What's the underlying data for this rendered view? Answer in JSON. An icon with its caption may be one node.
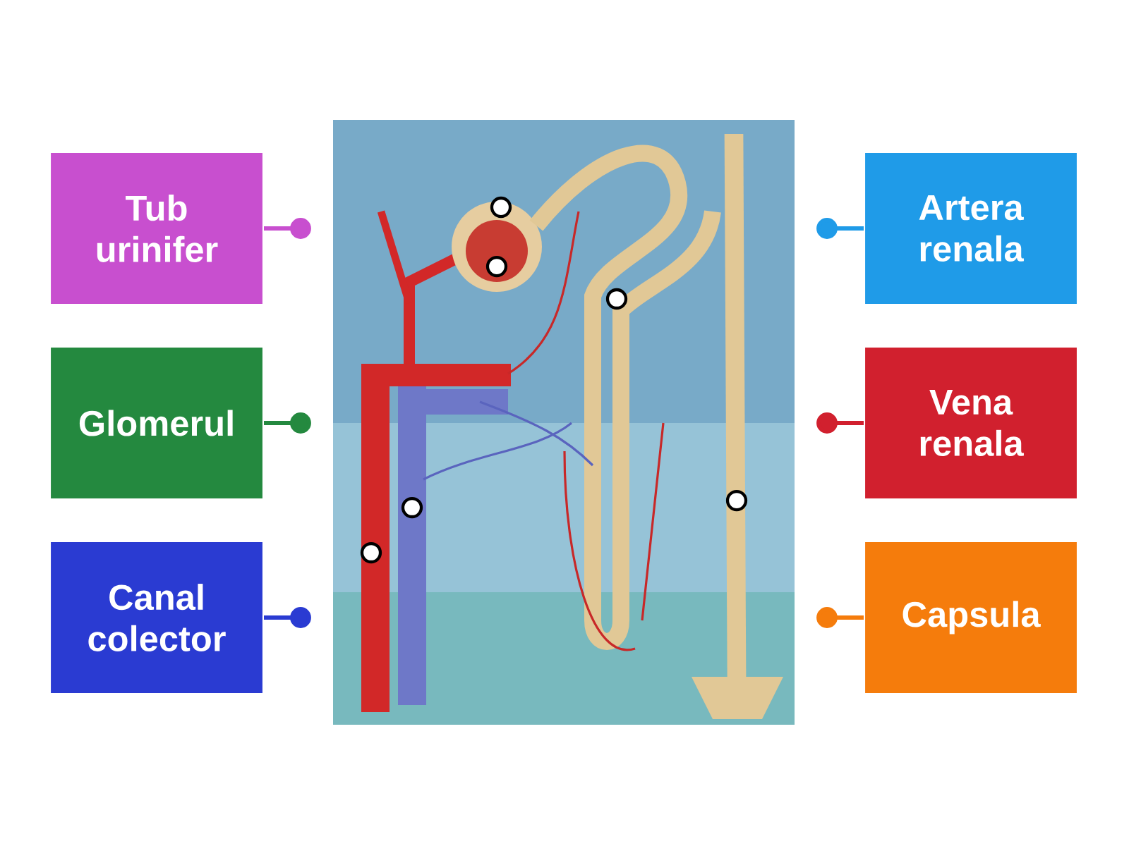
{
  "diagram": {
    "nodes": [
      {
        "text": [
          "Tub urinifer"
        ]
      },
      {
        "text": [
          "Glomerul"
        ]
      },
      {
        "text": [
          "Canal colector"
        ]
      },
      {
        "text": [
          "Artera renala"
        ]
      },
      {
        "text": [
          "Vena renala"
        ]
      },
      {
        "text": [
          "Capsula"
        ]
      }
    ]
  }
}
